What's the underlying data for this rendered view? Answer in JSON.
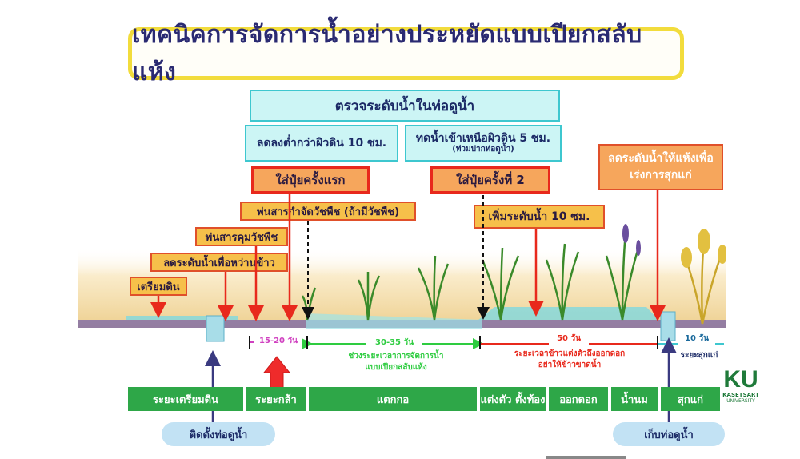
{
  "title": "เทคนิคการจัดการน้ำอย่างประหยัดแบบเปียกสลับแห้ง",
  "top_box": "ตรวจระดับน้ำในท่อดูน้ำ",
  "lower_box": "ลดลงต่ำกว่าผิวดิน 10 ซม.",
  "raise_box": {
    "main": "ทดน้ำเข้าเหนือผิวดิน 5 ซม.",
    "sub": "(ท่วมปากท่อดูน้ำ)"
  },
  "fert_1": "ใส่ปุ๋ยครั้งแรก",
  "fert_2": "ใส่ปุ๋ยครั้งที่ 2",
  "herbicide": "พ่นสารกำจัดวัชพืช (ถ้ามีวัชพืช)",
  "raise_10": "เพิ่มระดับน้ำ  10 ซม.",
  "weed_control": "พ่นสารคุมวัชพืช",
  "lower_sow": "ลดระดับน้ำเพื่อหว่านข้าว",
  "prepare": "เตรียมดิน",
  "dry_box": {
    "line1": "ลดระดับน้ำให้แห้งเพื่อ",
    "line2": "เร่งการสุกแก่"
  },
  "durations": {
    "d1": "15-20 วัน",
    "d2": "30-35 วัน",
    "d3": "50 วัน",
    "d4": "10 วัน"
  },
  "period_notes": {
    "awd_line1": "ช่วงระยะเวลาการจัดการน้ำ",
    "awd_line2": "แบบเปียกสลับแห้ง",
    "flower_line1": "ระยะเวลาข้าวแต่งตัวถึงออกดอก",
    "flower_line2": "อย่าให้ข้าวขาดน้ำ",
    "ripen": "ระยะสุกแก่"
  },
  "stages": [
    "ระยะเตรียมดิน",
    "ระยะกล้า",
    "แตกกอ",
    "แต่งตัว ตั้งท้อง",
    "ออกดอก",
    "น้ำนม",
    "สุกแก่"
  ],
  "pipe_install": "ติดตั้งท่อดูน้ำ",
  "pipe_collect": "เก็บท่อดูน้ำ",
  "logo": {
    "mark": "KU",
    "line1": "KASETSART",
    "line2": "UNIVERSITY"
  },
  "colors": {
    "title_border": "#f2dc3c",
    "cyan": "#ccf5f5",
    "orange": "#f6a65c",
    "red": "#e8291c",
    "green": "#2ea748",
    "water": "#7fd8e0",
    "soil": "#f3dca0"
  }
}
